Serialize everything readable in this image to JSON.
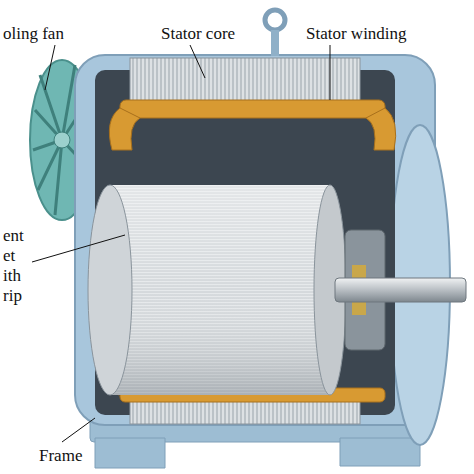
{
  "diagram": {
    "labels": [
      "oling fan",
      "Stator core",
      "Stator winding",
      "ent",
      "et",
      "ith",
      "rip",
      "Frame"
    ]
  }
}
